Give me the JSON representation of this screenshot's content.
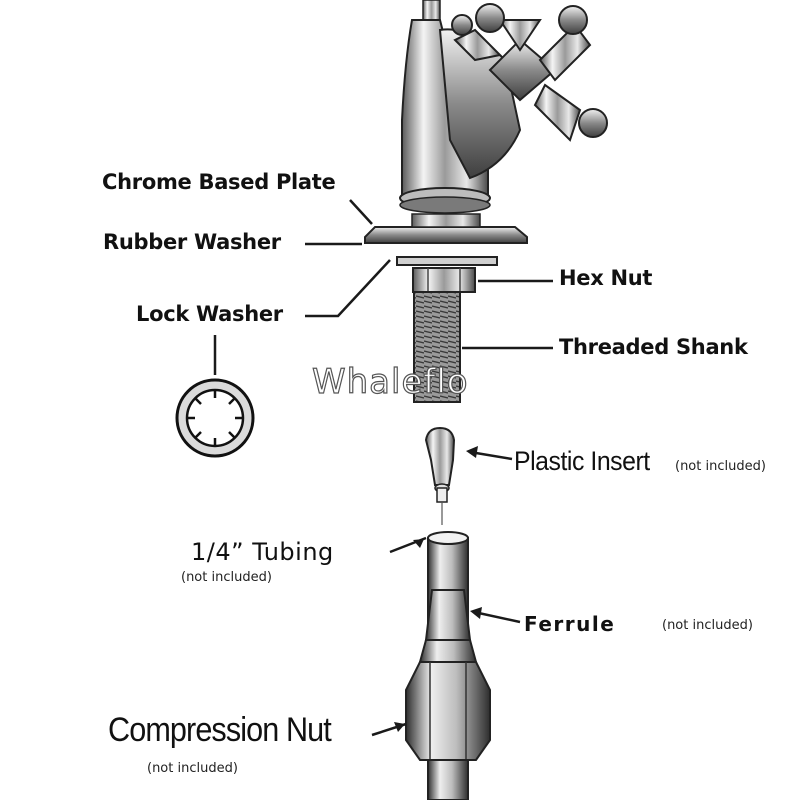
{
  "labels": {
    "chrome_plate": "Chrome Based Plate",
    "rubber_washer": "Rubber Washer",
    "lock_washer": "Lock Washer",
    "hex_nut": "Hex Nut",
    "threaded_shank": "Threaded Shank",
    "plastic_insert": "Plastic Insert",
    "plastic_insert_note": "(not included)",
    "tubing": "1/4” Tubing",
    "tubing_note": "(not included)",
    "ferrule": "Ferrule",
    "ferrule_note": "(not included)",
    "compression_nut": "Compression Nut",
    "compression_nut_note": "(not included)"
  },
  "watermark": "Whaleflo",
  "colors": {
    "line": "#1a1a1a",
    "metal_light": "#e6e6e6",
    "metal_dark": "#6d6d6d"
  }
}
